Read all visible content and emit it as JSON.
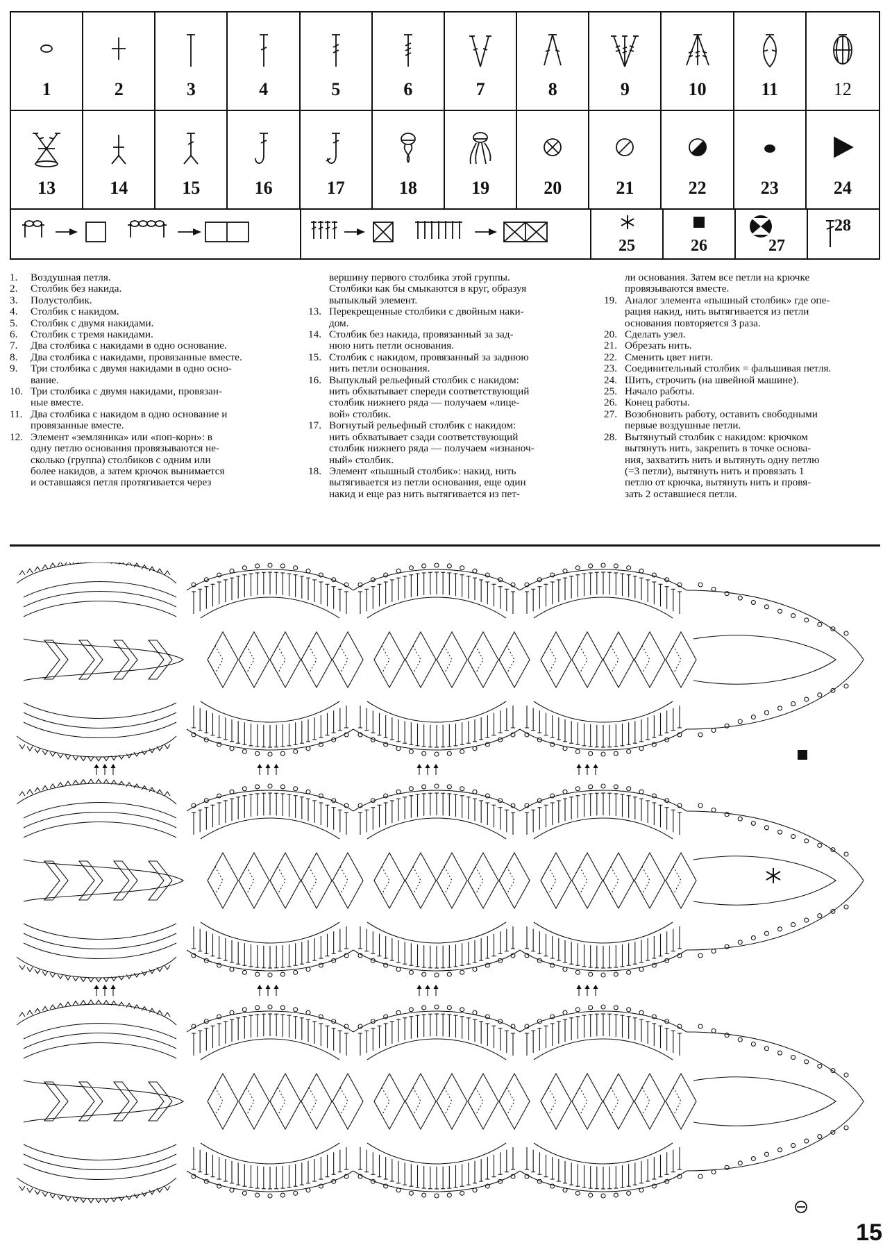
{
  "legend": {
    "row1": [
      {
        "num": "1",
        "icon": "chain-stitch-oval-icon"
      },
      {
        "num": "2",
        "icon": "single-crochet-cross-icon"
      },
      {
        "num": "3",
        "icon": "half-double-crochet-icon"
      },
      {
        "num": "4",
        "icon": "double-crochet-icon"
      },
      {
        "num": "5",
        "icon": "treble-crochet-icon"
      },
      {
        "num": "6",
        "icon": "double-treble-crochet-icon"
      },
      {
        "num": "7",
        "icon": "v-stitch-icon"
      },
      {
        "num": "8",
        "icon": "dc2tog-icon"
      },
      {
        "num": "9",
        "icon": "three-tr-one-base-icon"
      },
      {
        "num": "10",
        "icon": "tr3tog-icon"
      },
      {
        "num": "11",
        "icon": "two-dc-cluster-icon"
      },
      {
        "num": "12",
        "icon": "popcorn-icon"
      }
    ],
    "row2": [
      {
        "num": "13",
        "icon": "crossed-treble-icon"
      },
      {
        "num": "14",
        "icon": "sc-back-loop-icon"
      },
      {
        "num": "15",
        "icon": "dc-back-loop-icon"
      },
      {
        "num": "16",
        "icon": "front-post-dc-icon"
      },
      {
        "num": "17",
        "icon": "back-post-dc-icon"
      },
      {
        "num": "18",
        "icon": "puff-stitch-icon"
      },
      {
        "num": "19",
        "icon": "puff-stitch-variant-icon"
      },
      {
        "num": "20",
        "icon": "knot-icon"
      },
      {
        "num": "21",
        "icon": "cut-yarn-icon"
      },
      {
        "num": "22",
        "icon": "change-color-icon"
      },
      {
        "num": "23",
        "icon": "slip-stitch-dot-icon"
      },
      {
        "num": "24",
        "icon": "sew-triangle-icon"
      }
    ],
    "row3": {
      "num25": "25",
      "num26": "26",
      "num27": "27",
      "num28": "28"
    }
  },
  "descriptions": {
    "col1": [
      {
        "n": "1.",
        "text": "Воздушная петля."
      },
      {
        "n": "2.",
        "text": "Столбик без накида."
      },
      {
        "n": "3.",
        "text": "Полустолбик."
      },
      {
        "n": "4.",
        "text": "Столбик с накидом."
      },
      {
        "n": "5.",
        "text": "Столбик с двумя накидами."
      },
      {
        "n": "6.",
        "text": "Столбик с тремя накидами."
      },
      {
        "n": "7.",
        "text": "Два столбика с накидами в одно основание."
      },
      {
        "n": "8.",
        "text": "Два столбика с накидами, провязанные вместе."
      },
      {
        "n": "9.",
        "text": "Три столбика с двумя накидами в одно осно-",
        "cont": [
          "вание."
        ]
      },
      {
        "n": "10.",
        "text": "Три столбика с двумя накидами, провязан-",
        "cont": [
          "ные вместе."
        ]
      },
      {
        "n": "11.",
        "text": "Два столбика с накидом в одно основание и",
        "cont": [
          "провязанные вместе."
        ]
      },
      {
        "n": "12.",
        "text": "Элемент «земляника» или «поп-корн»: в",
        "cont": [
          "одну петлю основания провязываются не-",
          "сколько (группа) столбиков с одним или",
          "более накидов, а затем крючок вынимается",
          "и оставшаяся петля протягивается через"
        ]
      }
    ],
    "col2_lead": [
      "вершину первого столбика этой группы.",
      "Столбики как бы смыкаются в круг, образуя",
      "выпыклый элемент."
    ],
    "col2": [
      {
        "n": "13.",
        "text": "Перекрещенные столбики с двойным наки-",
        "cont": [
          "дом."
        ]
      },
      {
        "n": "14.",
        "text": "Столбик без накида, провязанный за зад-",
        "cont": [
          "нюю нить петли основания."
        ]
      },
      {
        "n": "15.",
        "text": "Столбик с накидом, провязанный за заднюю",
        "cont": [
          "нить петли основания."
        ]
      },
      {
        "n": "16.",
        "text": "Выпуклый рельефный столбик с накидом:",
        "cont": [
          "нить обхватывает спереди соответствующий",
          "столбик нижнего ряда — получаем «лице-",
          "вой» столбик."
        ]
      },
      {
        "n": "17.",
        "text": "Вогнутый рельефный столбик с накидом:",
        "cont": [
          "нить обхватывает сзади соответствующий",
          "столбик нижнего ряда — получаем «изнаноч-",
          "ный» столбик."
        ]
      },
      {
        "n": "18.",
        "text": "Элемент «пышный столбик»: накид, нить",
        "cont": [
          "вытягивается из петли основания, еще один",
          "накид и еще раз нить вытягивается из пет-"
        ]
      }
    ],
    "col3_lead": [
      "ли основания. Затем все петли на крючке",
      "провязываются вместе."
    ],
    "col3": [
      {
        "n": "19.",
        "text": "Аналог элемента «пышный столбик» где опе-",
        "cont": [
          "рация накид, нить вытягивается из петли",
          "основания повторяется 3 раза."
        ]
      },
      {
        "n": "20.",
        "text": "Сделать узел."
      },
      {
        "n": "21.",
        "text": "Обрезать нить."
      },
      {
        "n": "22.",
        "text": "Сменить цвет нити."
      },
      {
        "n": "23.",
        "text": "Соединительный столбик = фальшивая петля."
      },
      {
        "n": "24.",
        "text": "Шить, строчить (на швейной машине)."
      },
      {
        "n": "25.",
        "text": "Начало работы."
      },
      {
        "n": "26.",
        "text": "Конец работы."
      },
      {
        "n": "27.",
        "text": "Возобновить работу, оставить свободными",
        "cont": [
          "первые воздушные петли."
        ]
      },
      {
        "n": "28.",
        "text": "Вытянутый столбик с накидом: крючком",
        "cont": [
          "вытянуть нить, закрепить в точке основа-",
          "ния, захватить нить и вытянуть одну петлю",
          "(=3 петли), вытянуть нить и провязать 1",
          "петлю от крючка, вытянуть нить и провя-",
          "зать 2 оставшиеся петли."
        ]
      }
    ]
  },
  "page_number": "15",
  "colors": {
    "ink": "#111111",
    "paper": "#ffffff"
  }
}
